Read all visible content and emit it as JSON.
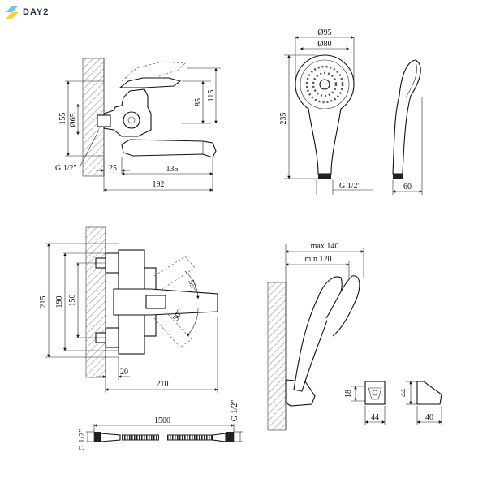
{
  "brand": {
    "name": "DAY2",
    "colors": {
      "mark_top": "#6dc8e8",
      "mark_bottom": "#f5d23a",
      "text": "#1e2a3c"
    }
  },
  "mixer_side": {
    "height_total": "155",
    "diameter": "Ø65",
    "height_85": "85",
    "height_115": "115",
    "thread": "G 1/2\"",
    "offset": "25",
    "spout": "135",
    "total": "192"
  },
  "shower_head": {
    "outer_diameter": "Ø95",
    "inner_diameter": "Ø80",
    "length": "235",
    "thread": "G 1/2\"",
    "depth": "60"
  },
  "mixer_front": {
    "height_215": "215",
    "height_190": "190",
    "height_150": "150",
    "angle_up": "55°",
    "angle_down": "50°",
    "wall_gap": "20",
    "total": "210"
  },
  "holder": {
    "max": "max 140",
    "min": "min 120",
    "bracket_height": "18",
    "bracket_width": "44",
    "side_height": "44",
    "side_depth": "40"
  },
  "hose": {
    "length": "1500",
    "thread_left": "G 1/2\"",
    "thread_right": "G 1/2\""
  }
}
